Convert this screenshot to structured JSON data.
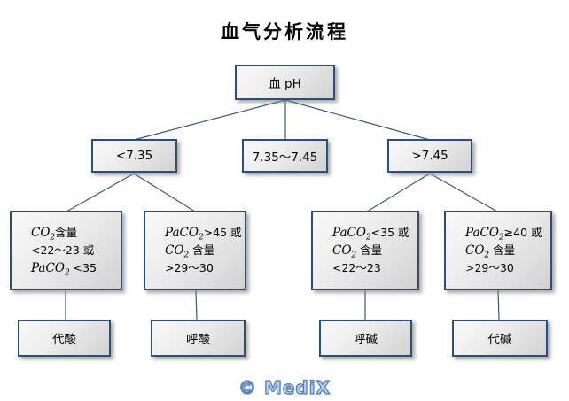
{
  "title": "血气分析流程",
  "watermark": "© MediX",
  "colors": {
    "box_border": "#2e4e72",
    "box_fill_light": "#f9f9f9",
    "box_fill_dark": "#d2d2d2",
    "connector": "#3c5a78",
    "watermark_fill": "#b9cfe8",
    "watermark_outline": "#4f7cb0",
    "title_color": "#000000"
  },
  "nodes": {
    "root": {
      "label": "血 pH"
    },
    "low": {
      "label": "<7.35"
    },
    "normal": {
      "label": "7.35～7.45"
    },
    "high": {
      "label": ">7.45"
    },
    "critA": {
      "l1": {
        "f": "CO",
        "s": "2",
        "t": "含量"
      },
      "l2": {
        "f": "",
        "s": "",
        "t": "<22～23 或"
      },
      "l3": {
        "f": "PaCO",
        "s": "2",
        "t": " <35"
      }
    },
    "critB": {
      "l1": {
        "f": "PaCO",
        "s": "2",
        "t": ">45 或"
      },
      "l2": {
        "f": "CO",
        "s": "2",
        "t": " 含量"
      },
      "l3": {
        "f": "",
        "s": "",
        "t": ">29～30"
      }
    },
    "critC": {
      "l1": {
        "f": "PaCO",
        "s": "2",
        "t": "<35 或"
      },
      "l2": {
        "f": "CO",
        "s": "2",
        "t": " 含量"
      },
      "l3": {
        "f": "",
        "s": "",
        "t": "<22～23"
      }
    },
    "critD": {
      "l1": {
        "f": "PaCO",
        "s": "2",
        "t": "≥40 或"
      },
      "l2": {
        "f": "CO",
        "s": "2",
        "t": " 含量"
      },
      "l3": {
        "f": "",
        "s": "",
        "t": ">29～30"
      }
    },
    "resA": {
      "label": "代酸"
    },
    "resB": {
      "label": "呼酸"
    },
    "resC": {
      "label": "呼碱"
    },
    "resD": {
      "label": "代碱"
    }
  }
}
